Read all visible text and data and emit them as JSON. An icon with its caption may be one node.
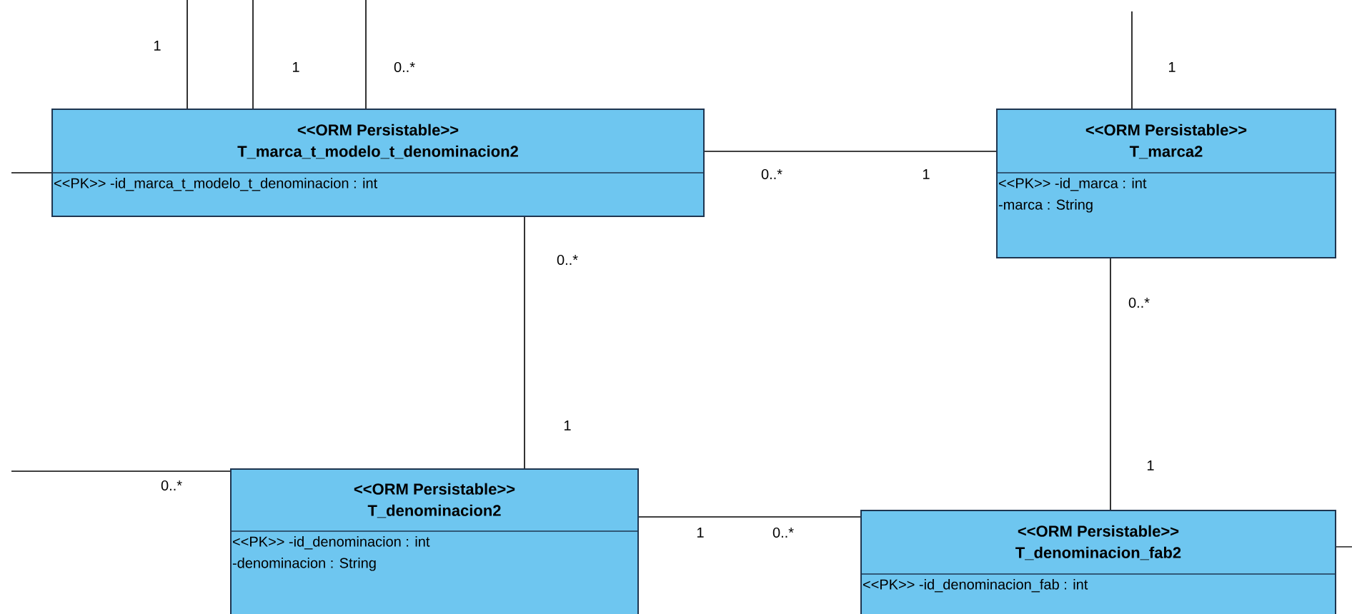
{
  "diagram": {
    "nodes": [
      {
        "text": [
          "<<ORM Persistable>>",
          "T_marca_t_modelo_t_denominacion2",
          "<<PK>> -id_marca_t_modelo_t_denominacion : int"
        ]
      },
      {
        "text": [
          "<<ORM Persistable>>",
          "T_marca2",
          "<<PK>> -id_marca : int",
          "-marca : String"
        ]
      },
      {
        "text": [
          "<<ORM Persistable>>",
          "T_denominacion2",
          "<<PK>> -id_denominacion : int",
          "-denominacion : String"
        ]
      },
      {
        "text": [
          "<<ORM Persistable>>",
          "T_denominacion_fab2",
          "<<PK>> -id_denominacion_fab : int"
        ]
      }
    ],
    "edges": [
      {
        "from": 0,
        "to": 1,
        "arrow": "none"
      },
      {
        "from": 0,
        "to": 2,
        "arrow": "none"
      },
      {
        "from": 1,
        "to": 3,
        "arrow": "none"
      },
      {
        "from": 2,
        "to": 3,
        "arrow": "none"
      },
      {
        "from": null,
        "to": 0,
        "arrow": "none"
      },
      {
        "from": null,
        "to": 0,
        "arrow": "none"
      },
      {
        "from": null,
        "to": 0,
        "arrow": "none"
      },
      {
        "from": null,
        "to": 1,
        "arrow": "none"
      },
      {
        "from": null,
        "to": 0,
        "arrow": "none"
      },
      {
        "from": null,
        "to": 2,
        "arrow": "none"
      },
      {
        "from": null,
        "to": 3,
        "arrow": "none"
      }
    ],
    "labels": [
      "1",
      "1",
      "0..*",
      "1",
      "0..*",
      "1",
      "0..*",
      "0..*",
      "1",
      "1",
      "0..*",
      "1",
      "0..*"
    ]
  }
}
